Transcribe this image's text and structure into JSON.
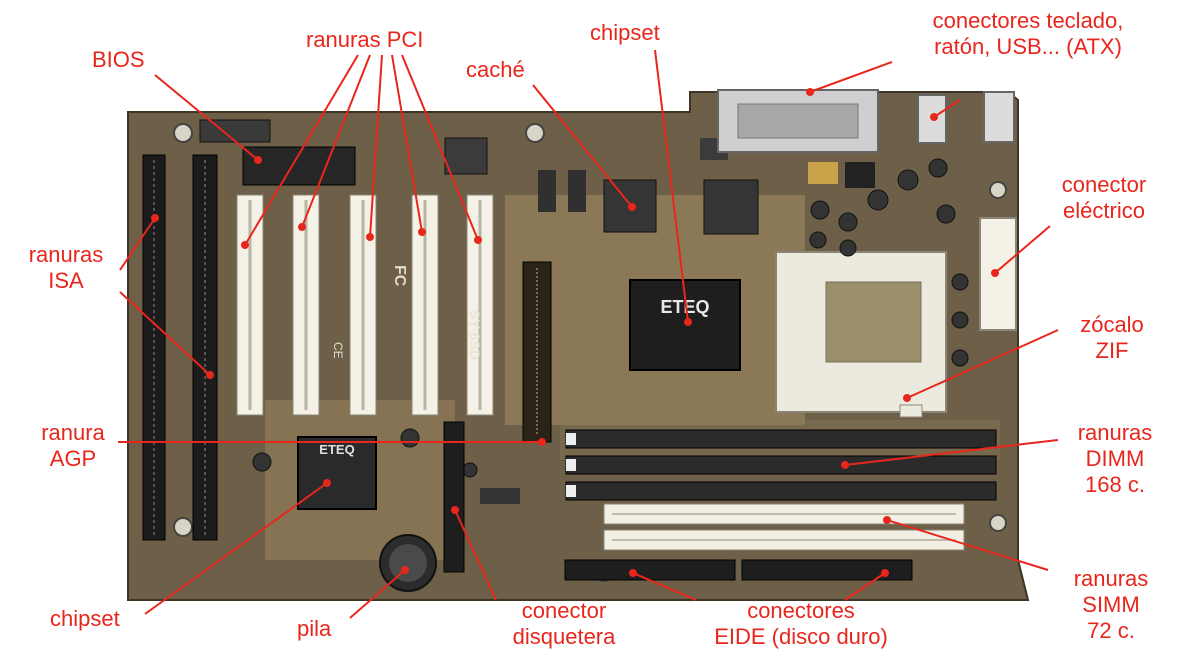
{
  "colors": {
    "label": "#e8261c",
    "board": "#6e6048",
    "slot_white": "#f4f1e6",
    "slot_black": "#1c1c1c"
  },
  "labels": {
    "bios": "BIOS",
    "pci": "ranuras PCI",
    "chipset_top": "chipset",
    "cache": "caché",
    "io_line1": "conectores teclado,",
    "io_line2": "ratón, USB... (ATX)",
    "power_line1": "conector",
    "power_line2": "eléctrico",
    "isa_line1": "ranuras",
    "isa_line2": "ISA",
    "zif_line1": "zócalo",
    "zif_line2": "ZIF",
    "agp_line1": "ranura",
    "agp_line2": "AGP",
    "dimm_line1": "ranuras",
    "dimm_line2": "DIMM",
    "dimm_line3": "168 c.",
    "simm_line1": "ranuras",
    "simm_line2": "SIMM",
    "simm_line3": "72 c.",
    "chipset_bottom": "chipset",
    "battery": "pila",
    "floppy_line1": "conector",
    "floppy_line2": "disquetera",
    "eide_line1": "conectores",
    "eide_line2": "EIDE (disco duro)"
  },
  "board_text": {
    "northbridge": "ETEQ",
    "southbridge": "ETEQ",
    "model": "SY-6SD",
    "fcc": "FC",
    "ce": "CE"
  }
}
